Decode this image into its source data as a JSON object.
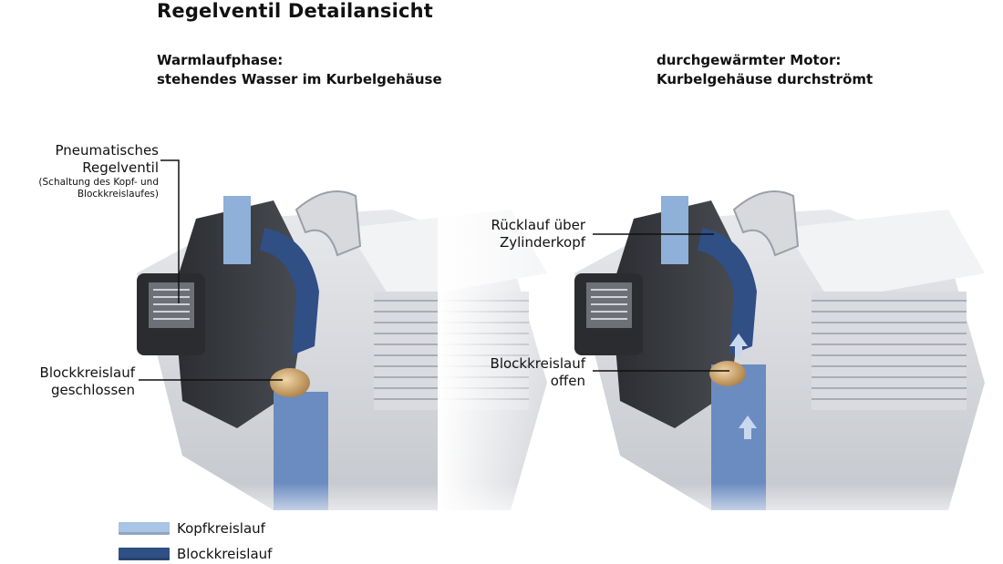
{
  "title": "Regelventil Detailansicht",
  "left_panel": {
    "caption_line1": "Warmlaufphase:",
    "caption_line2": "stehendes Wasser im Kurbelgehäuse",
    "label_valve_line1": "Pneumatisches",
    "label_valve_line2": "Regelventil",
    "label_valve_note_line1": "(Schaltung des Kopf- und",
    "label_valve_note_line2": "Blockkreislaufes)",
    "label_block_line1": "Blockkreislauf",
    "label_block_line2": "geschlossen"
  },
  "right_panel": {
    "caption_line1": "durchgewärmter Motor:",
    "caption_line2": "Kurbelgehäuse durchströmt",
    "label_return_line1": "Rücklauf über",
    "label_return_line2": "Zylinderkopf",
    "label_block_line1": "Blockkreislauf",
    "label_block_line2": "offen"
  },
  "legend": [
    {
      "label": "Kopfkreislauf",
      "color": "#a9c4e4"
    },
    {
      "label": "Blockkreislauf",
      "color": "#2f4f85"
    }
  ]
}
